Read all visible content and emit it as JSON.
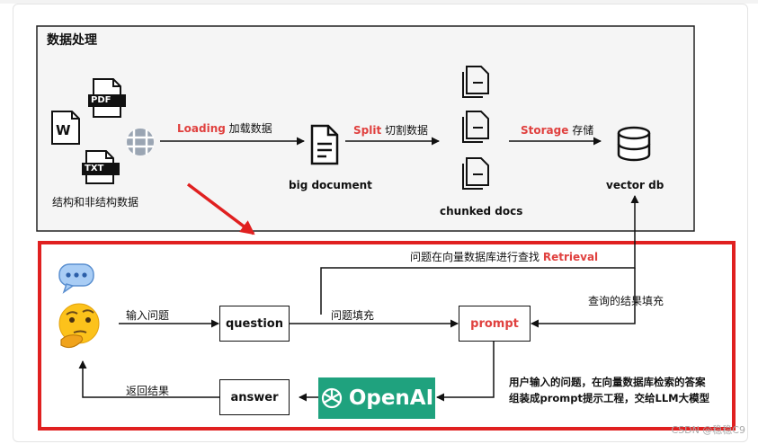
{
  "top_section": {
    "title": "数据处理",
    "sources_caption": "结构和非结构数据",
    "file_icons": [
      "W",
      "PDF",
      "TXT"
    ],
    "loading_en": "Loading",
    "loading_zh": "加载数据",
    "big_document": "big document",
    "split_en": "Split",
    "split_zh": "切割数据",
    "chunked_docs": "chunked docs",
    "storage_en": "Storage",
    "storage_zh": "存储",
    "vector_db": "vector db"
  },
  "bottom_section": {
    "retrieval_zh": "问题在向量数据库进行查找",
    "retrieval_en": "Retrieval",
    "input_question": "输入问题",
    "question_box": "question",
    "fill_question": "问题填充",
    "prompt_box": "prompt",
    "query_fill": "查询的结果填充",
    "return_result": "返回结果",
    "answer_box": "answer",
    "openai_label": "OpenAI",
    "note_line1": "用户输入的问题，在向量数据库检索的答案",
    "note_line2": "组装成prompt提示工程，交给LLM大模型"
  },
  "watermark": "CSDN @稳稳C9",
  "colors": {
    "accent_red": "#e0413f",
    "frame_red": "#e02020",
    "openai_green": "#1fa27e",
    "top_panel": "#f5f5f5"
  }
}
